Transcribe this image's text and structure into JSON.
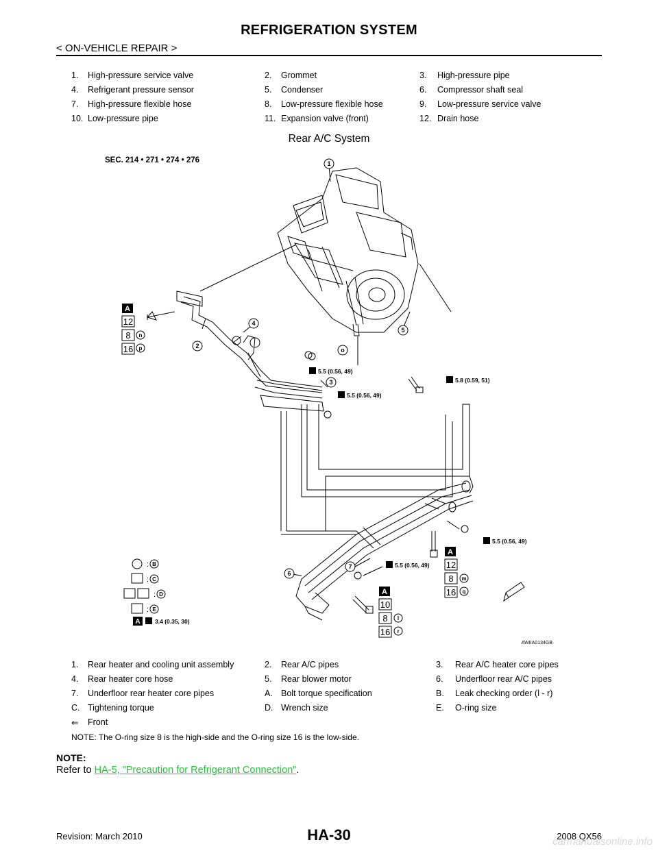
{
  "header": {
    "title": "REFRIGERATION SYSTEM",
    "breadcrumb": "< ON-VEHICLE REPAIR >"
  },
  "legend_top": [
    [
      {
        "n": "1.",
        "t": "High-pressure service valve"
      },
      {
        "n": "2.",
        "t": "Grommet"
      },
      {
        "n": "3.",
        "t": "High-pressure pipe"
      }
    ],
    [
      {
        "n": "4.",
        "t": "Refrigerant pressure sensor"
      },
      {
        "n": "5.",
        "t": "Condenser"
      },
      {
        "n": "6.",
        "t": "Compressor shaft seal"
      }
    ],
    [
      {
        "n": "7.",
        "t": "High-pressure flexible hose"
      },
      {
        "n": "8.",
        "t": "Low-pressure flexible hose"
      },
      {
        "n": "9.",
        "t": "Low-pressure service valve"
      }
    ],
    [
      {
        "n": "10.",
        "t": "Low-pressure pipe"
      },
      {
        "n": "11.",
        "t": "Expansion valve (front)"
      },
      {
        "n": "12.",
        "t": "Drain hose"
      }
    ]
  ],
  "figure": {
    "subtitle": "Rear A/C System",
    "section": "SEC. 214 • 271 • 274 • 276",
    "code": "AWIIA0134GB",
    "torques": {
      "t1": "5.5 (0.56, 49)",
      "t2": "5.5 (0.56, 49)",
      "t3": "5.8 (0.59, 51)",
      "t4": "5.5 (0.56, 49)",
      "t5": "5.5 (0.56, 49)",
      "t6": "3.4 (0.35, 30)"
    },
    "callouts": {
      "c1": "1",
      "c2": "2",
      "c3": "3",
      "c4": "4",
      "c5": "5",
      "c6": "6",
      "c7": "7",
      "o": "o",
      "n": "n",
      "p": "p",
      "m": "m",
      "q": "q",
      "l": "l",
      "r": "r",
      "a1": "A",
      "a2": "A",
      "a3": "A",
      "a4": "A",
      "s12a": "12",
      "s8a": "8",
      "s16a": "16",
      "s12b": "12",
      "s8b": "8",
      "s16b": "16",
      "s10": "10",
      "s8c": "8",
      "s16c": "16"
    },
    "key": {
      "b": "B",
      "c": "C",
      "d": "D",
      "e": "E",
      "colon": ":"
    }
  },
  "legend_bottom": [
    [
      {
        "n": "1.",
        "t": "Rear heater and cooling unit assembly"
      },
      {
        "n": "2.",
        "t": "Rear A/C pipes"
      },
      {
        "n": "3.",
        "t": "Rear A/C heater core pipes"
      }
    ],
    [
      {
        "n": "4.",
        "t": "Rear heater core hose"
      },
      {
        "n": "5.",
        "t": "Rear blower motor"
      },
      {
        "n": "6.",
        "t": "Underfloor rear A/C pipes"
      }
    ],
    [
      {
        "n": "7.",
        "t": "Underfloor rear heater core pipes"
      },
      {
        "n": "A.",
        "t": "Bolt torque specification"
      },
      {
        "n": "B.",
        "t": "Leak checking order (l - r)"
      }
    ],
    [
      {
        "n": "C.",
        "t": "Tightening torque"
      },
      {
        "n": "D.",
        "t": "Wrench size"
      },
      {
        "n": "E.",
        "t": "O-ring size"
      }
    ],
    [
      {
        "n": "⇐",
        "t": "Front"
      }
    ]
  ],
  "notes": {
    "inline": "NOTE: The O-ring size 8 is the high-side and the O-ring size 16 is the low-side.",
    "head": "NOTE:",
    "refer_prefix": "Refer to ",
    "refer_link": "HA-5, \"Precaution for Refrigerant Connection\"",
    "refer_suffix": "."
  },
  "footer": {
    "page": "HA-30",
    "revision": "Revision: March 2010",
    "model": "2008 QX56",
    "watermark": "carmanualsonline.info"
  }
}
